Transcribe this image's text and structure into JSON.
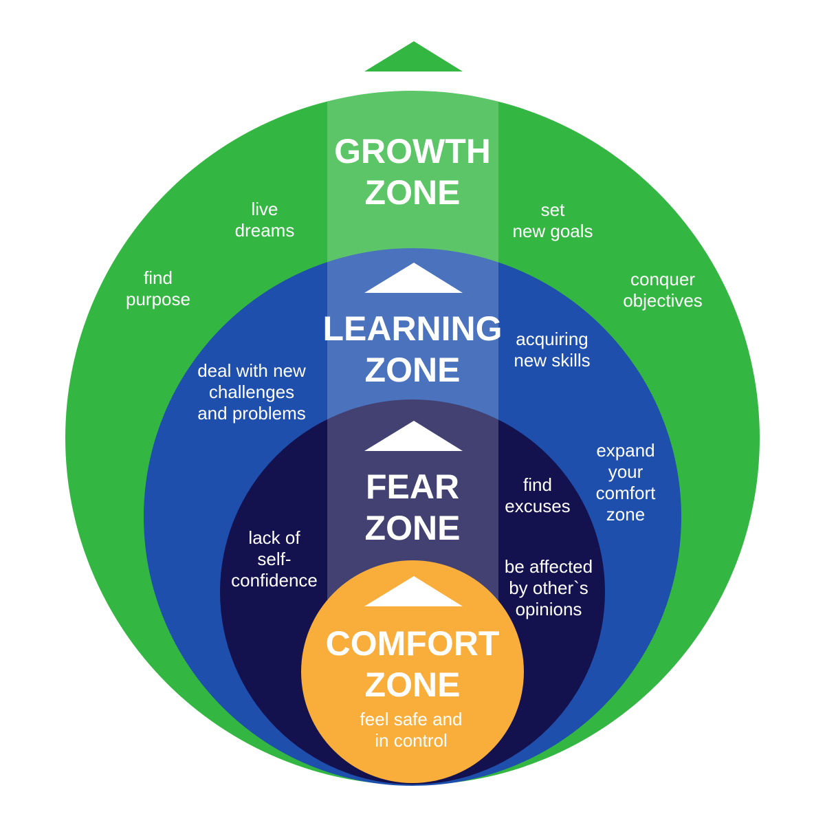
{
  "colors": {
    "growth": "#34b742",
    "learning": "#1f4fad",
    "fear": "#13124f",
    "comfort": "#f9ae3b",
    "band": "#ffffff"
  },
  "zones": {
    "growth": {
      "title": "GROWTH\nZONE",
      "labels": [
        "live\ndreams",
        "find\npurpose",
        "set\nnew goals",
        "conquer\nobjectives"
      ]
    },
    "learning": {
      "title": "LEARNING\nZONE",
      "labels": [
        "deal with new\nchallenges\nand problems",
        "acquiring\nnew skills",
        "expand\nyour\ncomfort\nzone"
      ]
    },
    "fear": {
      "title": "FEAR\nZONE",
      "labels": [
        "lack of\nself-\nconfidence",
        "find\nexcuses",
        "be affected\nby other`s\nopinions"
      ]
    },
    "comfort": {
      "title": "COMFORT\nZONE",
      "labels": [
        "feel safe and\nin control"
      ]
    }
  }
}
